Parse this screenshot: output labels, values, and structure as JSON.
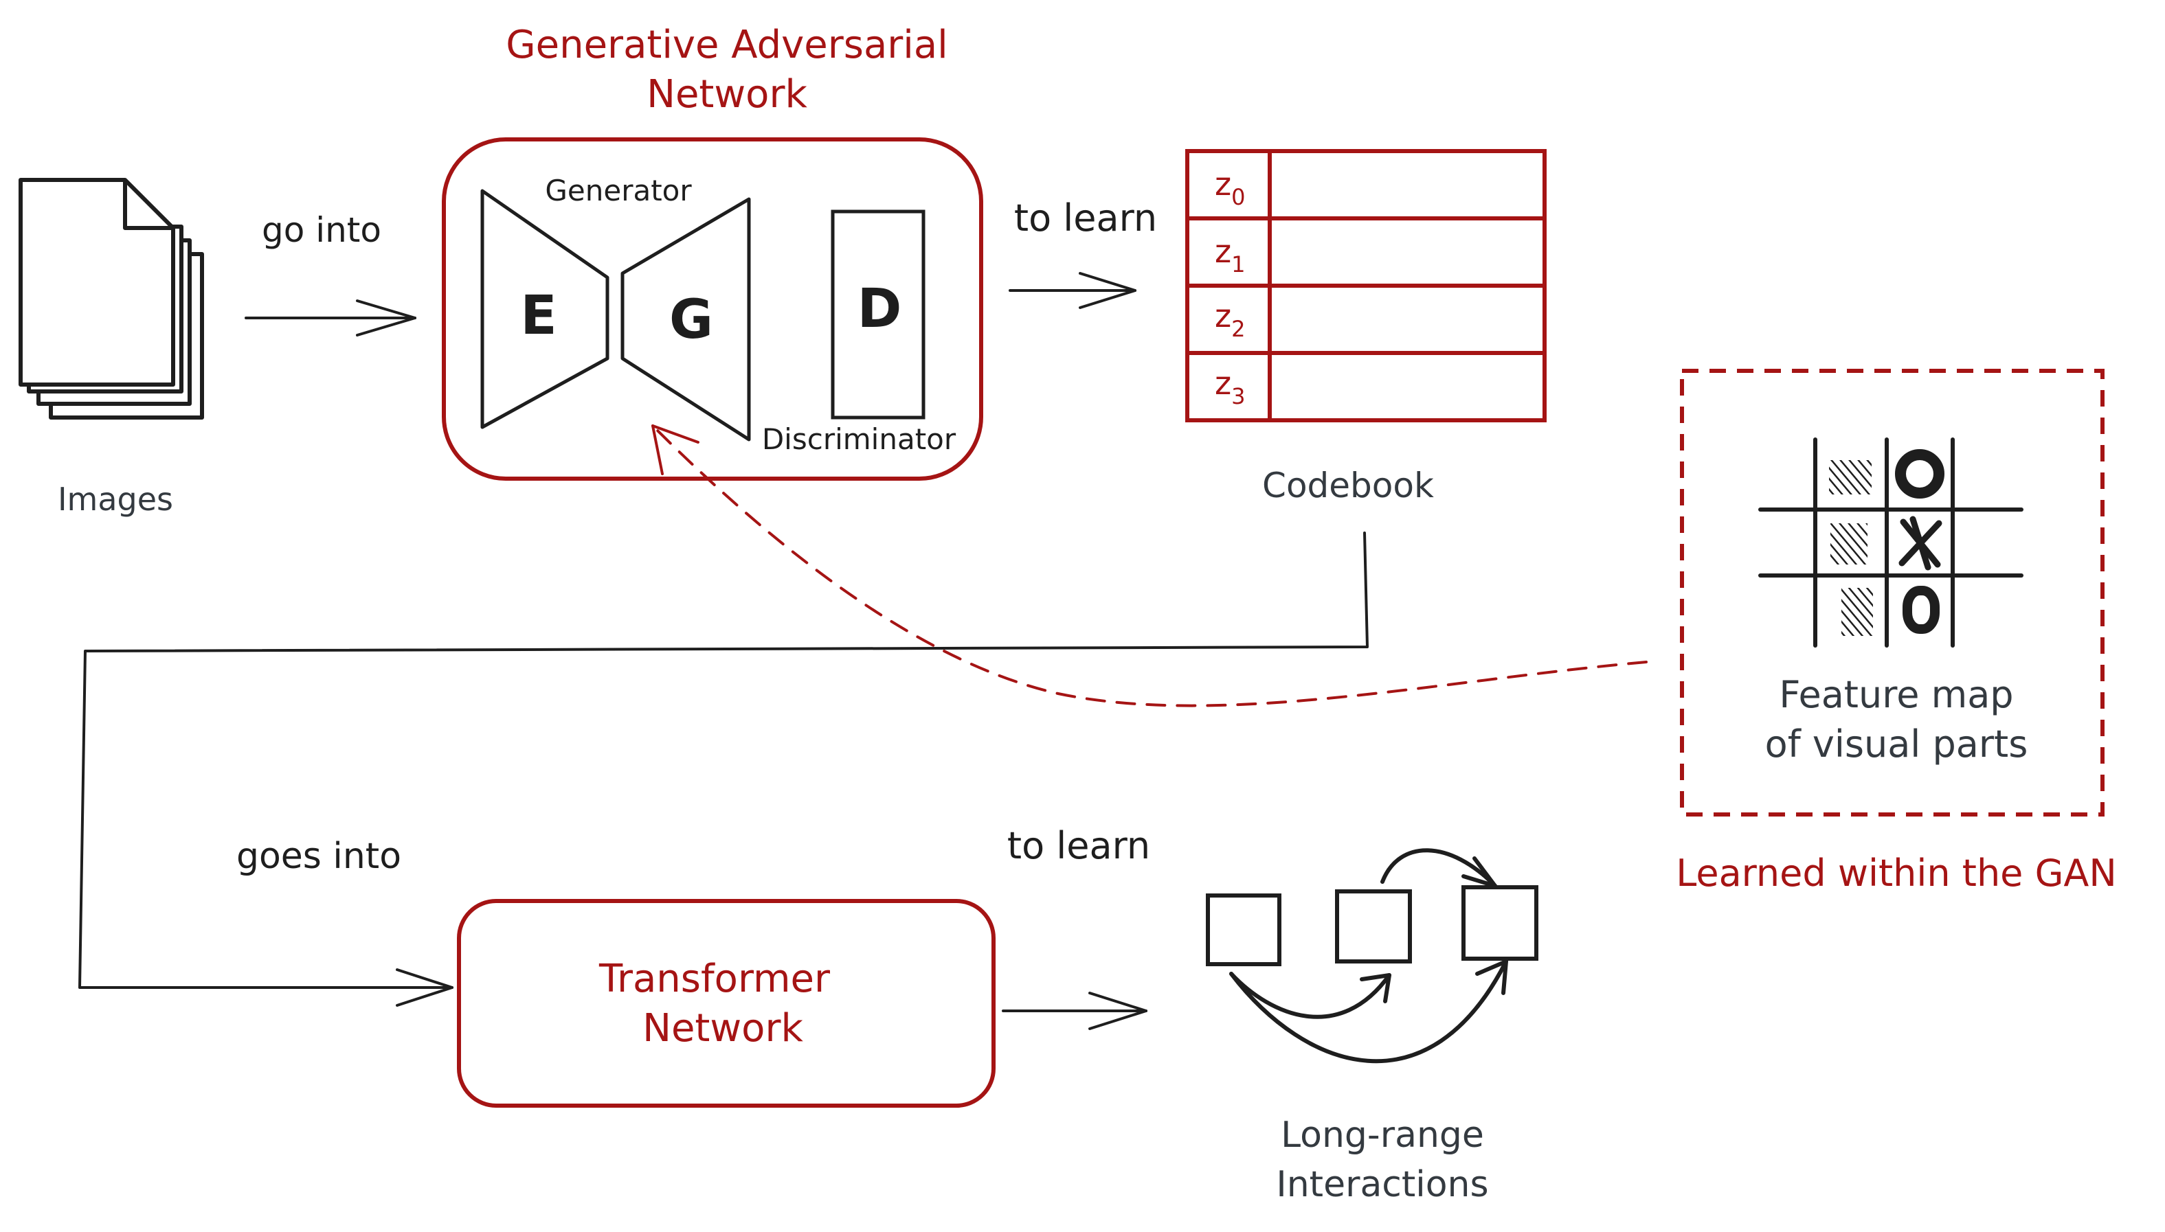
{
  "colors": {
    "ink": "#1e1e1e",
    "muted": "#343a40",
    "accent": "#a51414",
    "background": "#ffffff"
  },
  "images": {
    "label": "Images",
    "icon": "document-stack-icon"
  },
  "edges": {
    "go_into": "go into",
    "to_learn_top": "to learn",
    "goes_into": "goes into",
    "to_learn_bottom": "to learn"
  },
  "gan": {
    "title_line1": "Generative Adversarial",
    "title_line2": "Network",
    "generator_label": "Generator",
    "discriminator_label": "Discriminator",
    "encoder_letter": "E",
    "generator_letter": "G",
    "discriminator_letter": "D"
  },
  "codebook": {
    "label": "Codebook",
    "rows": [
      {
        "base": "z",
        "sub": "0"
      },
      {
        "base": "z",
        "sub": "1"
      },
      {
        "base": "z",
        "sub": "2"
      },
      {
        "base": "z",
        "sub": "3"
      }
    ]
  },
  "feature_map": {
    "line1": "Feature map",
    "line2": "of visual parts",
    "caption": "Learned within the GAN",
    "icon": "tic-tac-toe-icon"
  },
  "transformer": {
    "line1": "Transformer",
    "line2": "Network"
  },
  "interactions": {
    "line1": "Long-range",
    "line2": "Interactions"
  }
}
